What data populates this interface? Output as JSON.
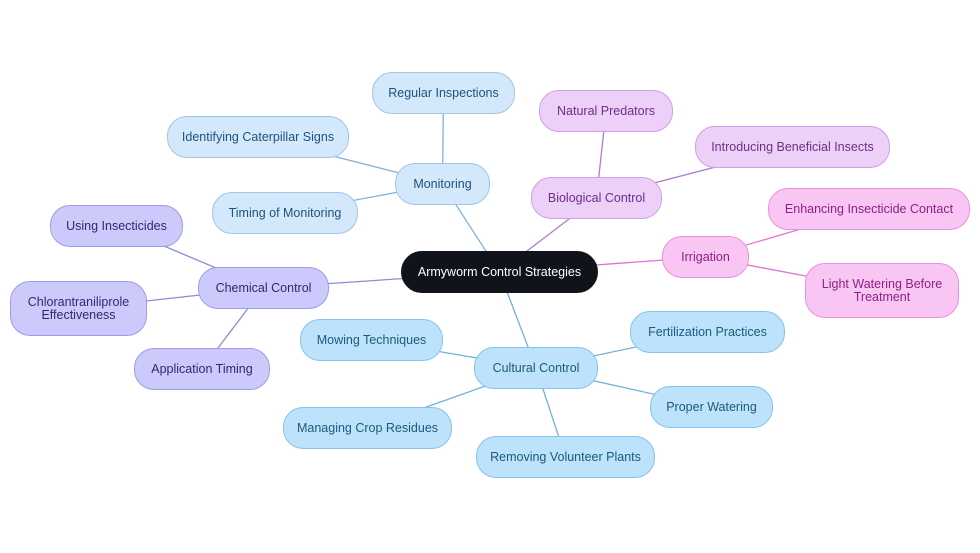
{
  "root": {
    "label": "Armyworm Control Strategies"
  },
  "branches": {
    "monitoring": {
      "label": "Monitoring",
      "color": "#7fb2dc",
      "children": [
        "Regular Inspections",
        "Identifying Caterpillar Signs",
        "Timing of Monitoring"
      ]
    },
    "biological": {
      "label": "Biological Control",
      "color": "#b07cc9",
      "children": [
        "Natural Predators",
        "Introducing Beneficial Insects"
      ]
    },
    "irrigation": {
      "label": "Irrigation",
      "color": "#e072d8",
      "children": [
        "Enhancing Insecticide Contact",
        "Light Watering Before Treatment"
      ]
    },
    "cultural": {
      "label": "Cultural Control",
      "color": "#6fb3dd",
      "children": [
        "Fertilization Practices",
        "Proper Watering",
        "Removing Volunteer Plants",
        "Managing Crop Residues",
        "Mowing Techniques"
      ]
    },
    "chemical": {
      "label": "Chemical Control",
      "color": "#8f8ad6",
      "children": [
        "Using Insecticides",
        "Chlorantraniliprole Effectiveness",
        "Application Timing"
      ]
    }
  }
}
